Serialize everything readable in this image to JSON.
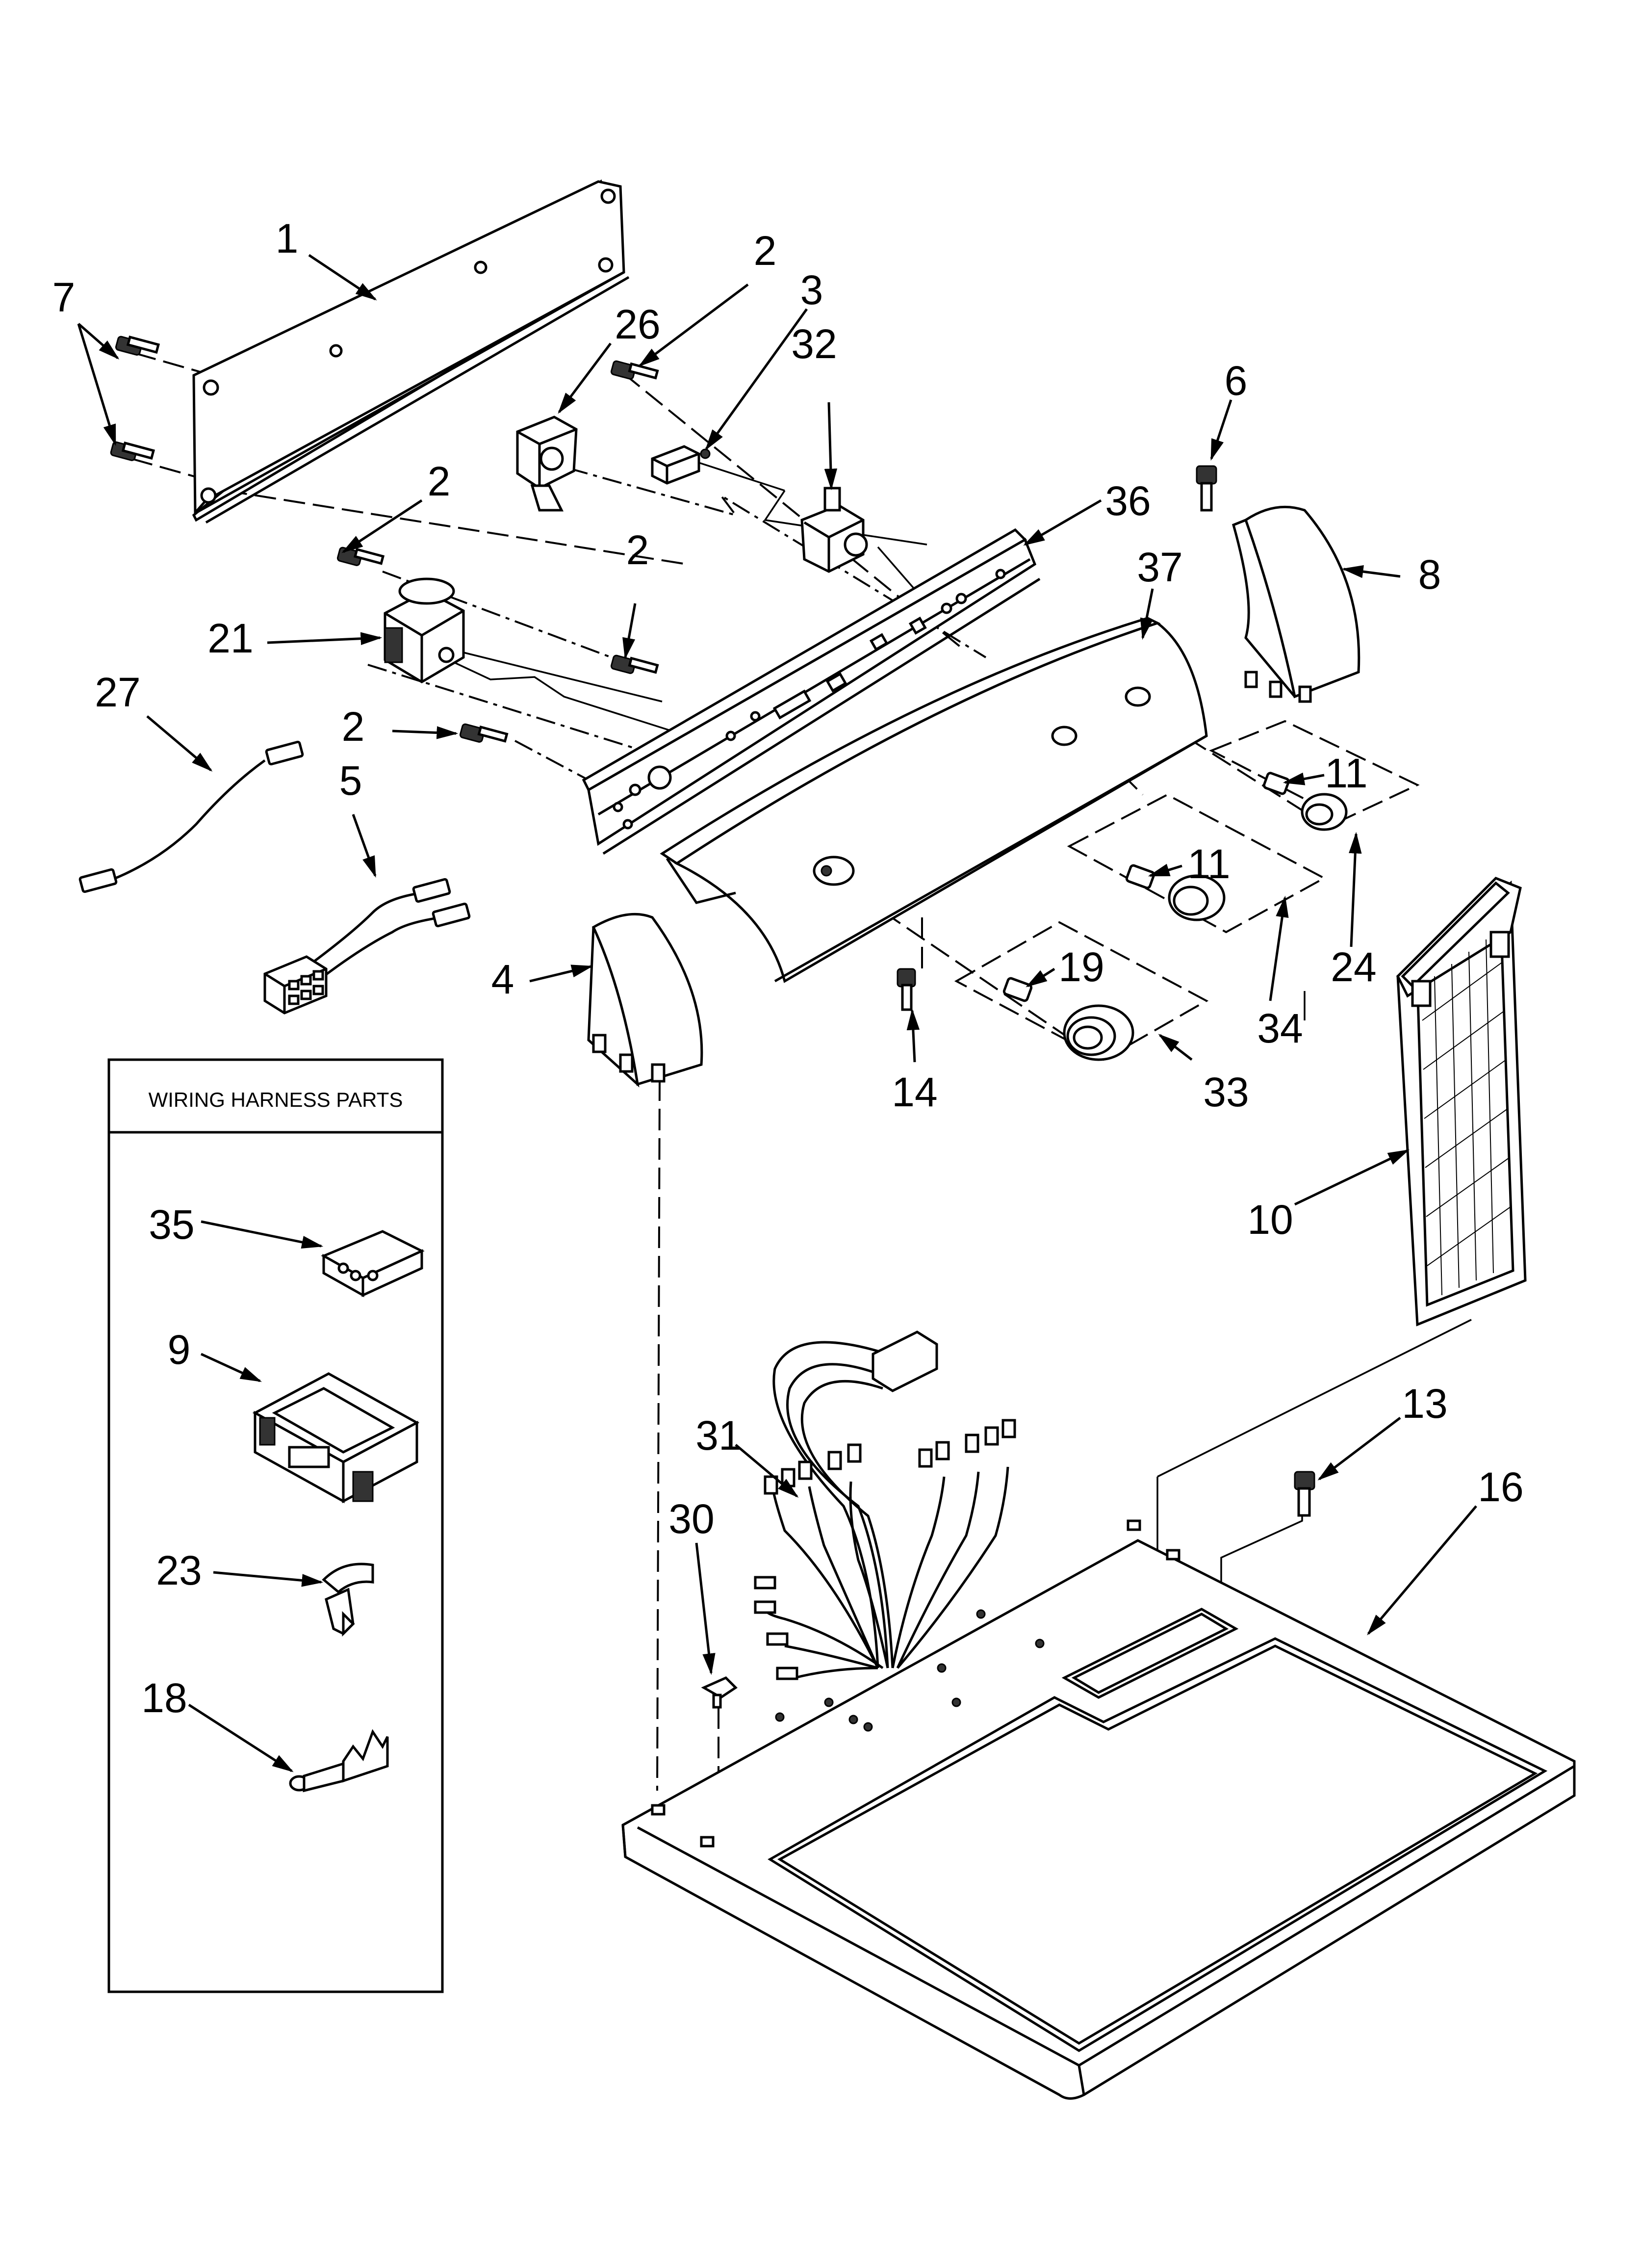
{
  "inset": {
    "title": "WIRING HARNESS PARTS"
  },
  "callouts": [
    {
      "id": "c1",
      "label": "1"
    },
    {
      "id": "c2a",
      "label": "2"
    },
    {
      "id": "c2b",
      "label": "2"
    },
    {
      "id": "c2c",
      "label": "2"
    },
    {
      "id": "c2d",
      "label": "2"
    },
    {
      "id": "c3",
      "label": "3"
    },
    {
      "id": "c4",
      "label": "4"
    },
    {
      "id": "c5",
      "label": "5"
    },
    {
      "id": "c6",
      "label": "6"
    },
    {
      "id": "c7",
      "label": "7"
    },
    {
      "id": "c8",
      "label": "8"
    },
    {
      "id": "c9",
      "label": "9"
    },
    {
      "id": "c10",
      "label": "10"
    },
    {
      "id": "c11a",
      "label": "11"
    },
    {
      "id": "c11b",
      "label": "11"
    },
    {
      "id": "c13",
      "label": "13"
    },
    {
      "id": "c14",
      "label": "14"
    },
    {
      "id": "c16",
      "label": "16"
    },
    {
      "id": "c18",
      "label": "18"
    },
    {
      "id": "c19",
      "label": "19"
    },
    {
      "id": "c21",
      "label": "21"
    },
    {
      "id": "c23",
      "label": "23"
    },
    {
      "id": "c24",
      "label": "24"
    },
    {
      "id": "c26",
      "label": "26"
    },
    {
      "id": "c27",
      "label": "27"
    },
    {
      "id": "c30",
      "label": "30"
    },
    {
      "id": "c31",
      "label": "31"
    },
    {
      "id": "c32",
      "label": "32"
    },
    {
      "id": "c33",
      "label": "33"
    },
    {
      "id": "c34",
      "label": "34"
    },
    {
      "id": "c35",
      "label": "35"
    },
    {
      "id": "c36",
      "label": "36"
    },
    {
      "id": "c37",
      "label": "37"
    }
  ]
}
